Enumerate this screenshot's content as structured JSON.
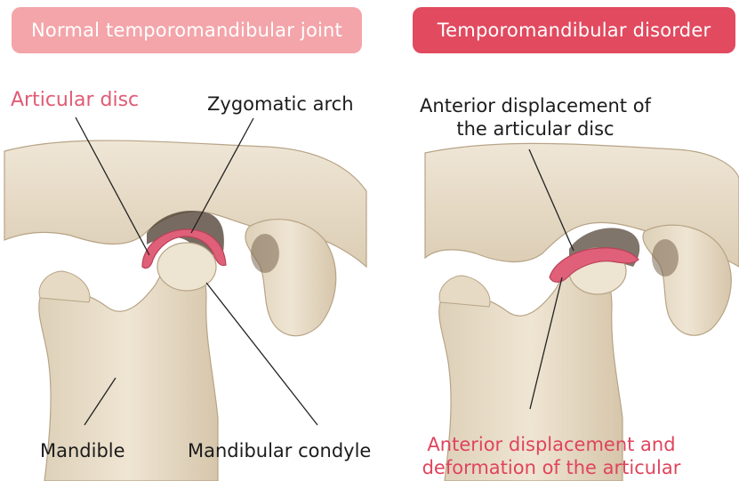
{
  "colors": {
    "normal_header": "#f3a5aa",
    "disorder_header": "#e14a5f",
    "disc": "#e0607a",
    "bone": "#e8dcc8",
    "bone_shadow": "#c8b79c"
  },
  "left_panel": {
    "header": "Normal temporomandibular joint",
    "labels": {
      "articular_disc": "Articular disc",
      "zygomatic_arch": "Zygomatic arch",
      "mandible": "Mandible",
      "mandibular_condyle": "Mandibular condyle"
    }
  },
  "right_panel": {
    "header": "Temporomandibular disorder",
    "labels": {
      "anterior_displacement_line1": "Anterior displacement of",
      "anterior_displacement_line2": "the articular disc",
      "deformation_line1": "Anterior displacement and",
      "deformation_line2": "deformation of the articular"
    }
  }
}
